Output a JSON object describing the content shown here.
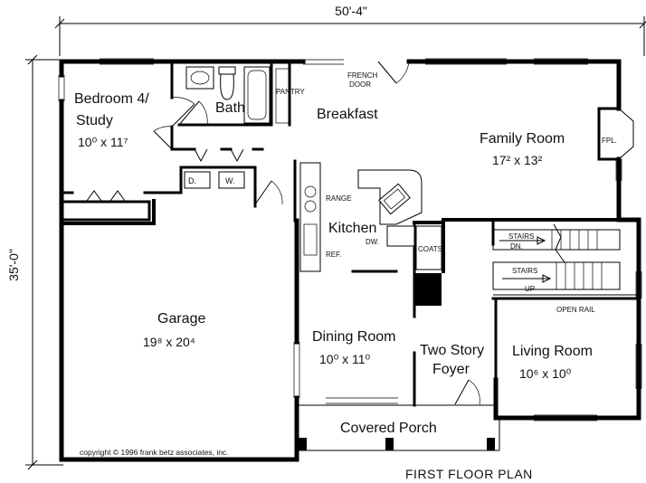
{
  "plan": {
    "title": "FIRST FLOOR PLAN",
    "width_dimension": "50'-4\"",
    "depth_dimension": "35'-0\"",
    "copyright": "copyright © 1996 frank betz associates, inc.",
    "rooms": {
      "bedroom": {
        "name_line1": "Bedroom 4/",
        "name_line2": "Study",
        "size": "10⁰ x 11⁷"
      },
      "bath": {
        "name": "Bath"
      },
      "pantry": {
        "name": "PANTRY"
      },
      "breakfast": {
        "name": "Breakfast"
      },
      "family": {
        "name": "Family Room",
        "size": "17² x 13²"
      },
      "kitchen": {
        "name": "Kitchen"
      },
      "garage": {
        "name": "Garage",
        "size": "19⁸ x 20⁴"
      },
      "dining": {
        "name": "Dining Room",
        "size": "10⁰ x 11⁰"
      },
      "foyer": {
        "name_line1": "Two Story",
        "name_line2": "Foyer"
      },
      "living": {
        "name": "Living Room",
        "size": "10⁶ x 10⁰"
      },
      "porch": {
        "name": "Covered Porch"
      }
    },
    "labels": {
      "french_door_1": "FRENCH",
      "french_door_2": "DOOR",
      "fireplace": "FPL.",
      "range": "RANGE",
      "refrigerator": "REF.",
      "dishwasher": "DW.",
      "coats": "COATS",
      "stairs_down_1": "STAIRS",
      "stairs_down_2": "DN.",
      "stairs_up_1": "STAIRS",
      "stairs_up_2": "UP",
      "open_rail": "OPEN RAIL",
      "dryer": "D.",
      "washer": "W."
    }
  }
}
